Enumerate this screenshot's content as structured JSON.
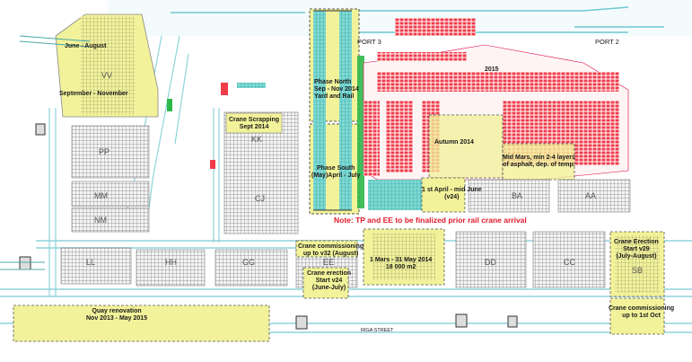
{
  "colors": {
    "yellow_area": "#f2f29a",
    "red_blocks": "#ef3b4a",
    "teal": "#22b3ad",
    "green": "#2db84a",
    "grey_blocks": "#8e8e8e",
    "water": "#b9e3ea",
    "note_red": "#e0192a"
  },
  "ports": {
    "port3": "PORT 3",
    "port2": "PORT 2"
  },
  "year": "2015",
  "road_label": "RIGA STREET",
  "note": "Note: TP and EE to be finalized prior rail crane arrival",
  "phases": {
    "june_august": "June - August",
    "sept_nov": "September - November",
    "crane_scrapping": [
      "Crane Scrapping",
      "Sept 2014"
    ],
    "phase_north": [
      "Phase North",
      "Sep - Nov 2014",
      "Yard and Rail"
    ],
    "phase_south": [
      "Phase  South",
      "(May)April - July"
    ],
    "autumn": "Autumn 2014",
    "mid_mars": [
      "Mid Mars, min 2-4 layers",
      "of asphalt, dep. of temp."
    ],
    "april_june": [
      "1 st April - mid June",
      "(v24)"
    ],
    "crane_commissioning_v32": [
      "Crane commissioning",
      "up to v32 (August)"
    ],
    "crane_erection_v24": [
      "Crane erection",
      "Start v24",
      "(June-July)"
    ],
    "mars_may": [
      "1 Mars - 31 May 2014",
      "18 000 m2"
    ],
    "crane_erection_v29": [
      "Crane Erection",
      "Start v29",
      "(July-August)"
    ],
    "crane_commissioning_oct": [
      "Crane commissioning",
      "up to 1st Oct"
    ],
    "quay_renovation": [
      "Quay renovation",
      "Nov 2013 - May 2015"
    ]
  },
  "zones": [
    "VV",
    "PP",
    "MM",
    "NM",
    "LL",
    "KK",
    "CJ",
    "HH",
    "GG",
    "EE",
    "DD",
    "CC",
    "BA",
    "AA",
    "SB"
  ]
}
